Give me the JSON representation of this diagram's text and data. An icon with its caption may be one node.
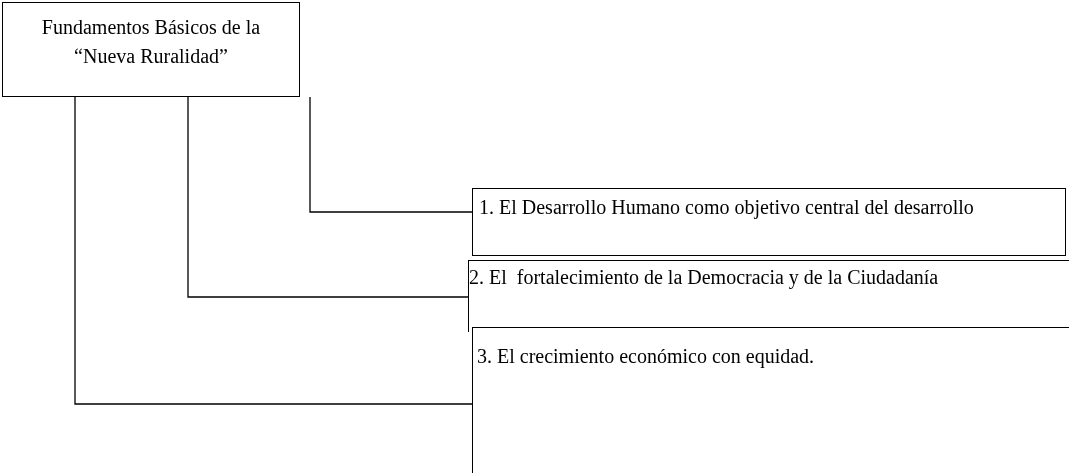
{
  "diagram": {
    "nodes": [
      {
        "text": [
          "Fundamentos Básicos de la “Nueva Ruralidad”"
        ]
      },
      {
        "text": [
          "1. El Desarrollo Humano como objetivo central del desarrollo"
        ]
      },
      {
        "text": [
          "2. El  fortalecimiento de la Democracia y de la Ciudadanía"
        ]
      },
      {
        "text": [
          "3. El crecimiento económico con equidad."
        ]
      }
    ],
    "edges": [
      {
        "from": 0,
        "to": 1,
        "arrow": "none"
      },
      {
        "from": 0,
        "to": 2,
        "arrow": "none"
      },
      {
        "from": 0,
        "to": 3,
        "arrow": "none"
      }
    ]
  }
}
